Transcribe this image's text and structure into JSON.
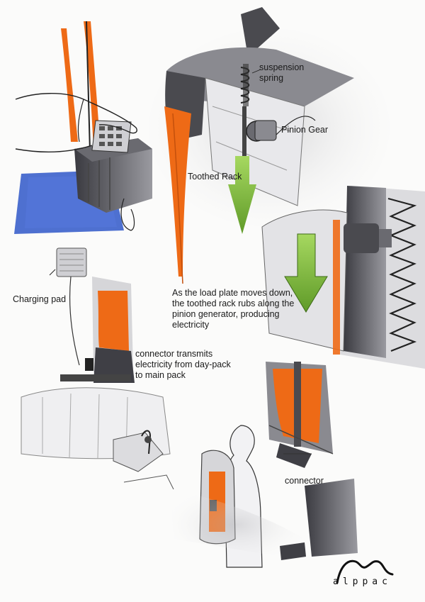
{
  "labels": {
    "suspension_spring": "suspension\nspring",
    "pinion_gear": "Pinion Gear",
    "toothed_rack": "Toothed Rack",
    "charging_pad": "Charging pad",
    "load_plate_note": "As the load plate moves down,\nthe toothed rack rubs along the\npinion generator, producing\nelectricity",
    "connector_note": "connector transmits\nelectricity from day-pack\nto main pack",
    "connector": "connector"
  },
  "brand": {
    "name": "alppac"
  },
  "colors": {
    "orange": "#ee6a16",
    "green": "#8bc53a",
    "blue": "#2f57c8",
    "dark_gray": "#4a4a4f",
    "mid_gray": "#8a8a90"
  }
}
